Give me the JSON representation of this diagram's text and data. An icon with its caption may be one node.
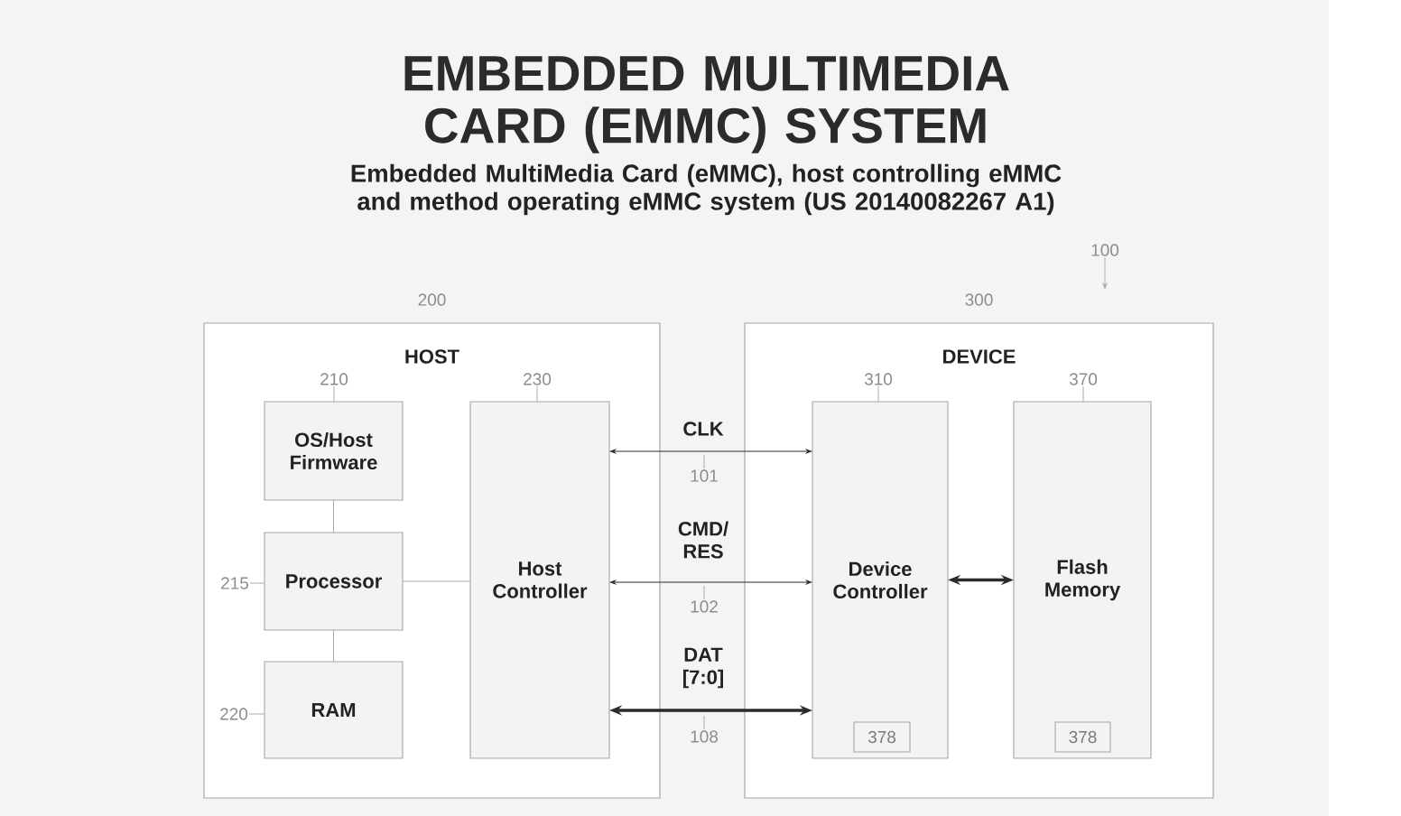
{
  "diagram": {
    "title": "EMBEDDED MULTIMEDIA CARD (EMMC) SYSTEM",
    "nodes": [
      {
        "text": [
          "100"
        ]
      },
      {
        "text": [
          "HOST"
        ],
        "beside": [
          "200"
        ]
      },
      {
        "text": [
          "210"
        ],
        "in": 1
      },
      {
        "text": [
          "230"
        ],
        "in": 1
      },
      {
        "text": [
          "OS/Host Firmware"
        ],
        "in": 1
      },
      {
        "text": [
          "215"
        ],
        "in": 1
      },
      {
        "text": [
          "Processor"
        ],
        "in": 1
      },
      {
        "text": [
          "220"
        ],
        "in": 1
      },
      {
        "text": [
          "RAM"
        ],
        "in": 1
      },
      {
        "text": [
          "Host Controller"
        ],
        "in": 1
      },
      {
        "text": [
          "DEVICE"
        ],
        "beside": [
          "300"
        ]
      },
      {
        "text": [
          "310"
        ],
        "in": 10
      },
      {
        "text": [
          "370"
        ],
        "in": 10
      },
      {
        "text": [
          "Device Controller"
        ],
        "in": 10
      },
      {
        "text": [
          "378"
        ],
        "in": 13
      },
      {
        "text": [
          "Flash Memory"
        ],
        "in": 10
      },
      {
        "text": [
          "378"
        ],
        "in": 15
      },
      {
        "text": [
          "101"
        ]
      },
      {
        "text": [
          "102"
        ]
      },
      {
        "text": [
          "108"
        ]
      }
    ],
    "edges": [
      {
        "from": 0,
        "to": null,
        "arrow": "to"
      },
      {
        "from": 2,
        "to": 4,
        "arrow": "none"
      },
      {
        "from": 3,
        "to": 9,
        "arrow": "none"
      },
      {
        "from": 5,
        "to": 6,
        "arrow": "none"
      },
      {
        "from": 7,
        "to": 8,
        "arrow": "none"
      },
      {
        "from": 4,
        "to": 6,
        "arrow": "none"
      },
      {
        "from": 6,
        "to": 8,
        "arrow": "none"
      },
      {
        "from": 6,
        "to": 9,
        "arrow": "none"
      },
      {
        "from": 9,
        "to": 13,
        "arrow": "both",
        "label": "CLK",
        "color": "#2b2b2b"
      },
      {
        "from": 17,
        "to": null,
        "arrow": "none"
      },
      {
        "from": 9,
        "to": 13,
        "arrow": "both",
        "label": "CMD/ RES",
        "color": "#2b2b2b"
      },
      {
        "from": 18,
        "to": null,
        "arrow": "none"
      },
      {
        "from": 9,
        "to": 13,
        "arrow": "both",
        "label": "DAT [7:0]",
        "style": "thick",
        "color": "#2b2b2b"
      },
      {
        "from": 19,
        "to": null,
        "arrow": "none"
      },
      {
        "from": 13,
        "to": 15,
        "arrow": "both",
        "style": "thick",
        "color": "#2b2b2b"
      },
      {
        "from": 11,
        "to": 13,
        "arrow": "none"
      },
      {
        "from": 12,
        "to": 15,
        "arrow": "none"
      }
    ],
    "labels": [
      "Embedded MultiMedia Card (eMMC), host controlling eMMC and method operating eMMC system (US 20140082267 A1)"
    ]
  }
}
